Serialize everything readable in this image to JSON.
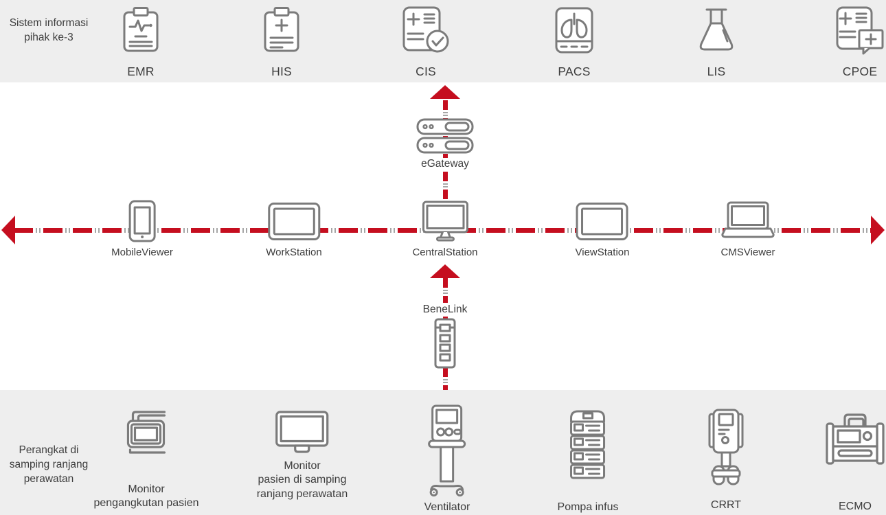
{
  "colors": {
    "accent_red": "#c50e1f",
    "band_background": "#eeeeee",
    "icon_stroke": "#7b7b7b",
    "text": "#3d3d3d"
  },
  "top_band": {
    "title_lines": [
      "Sistem informasi",
      "pihak ke-3"
    ],
    "systems": [
      "EMR",
      "HIS",
      "CIS",
      "PACS",
      "LIS",
      "CPOE"
    ]
  },
  "network": {
    "gateway_label": "eGateway",
    "benelink_label": "BeneLink",
    "stations": [
      "MobileViewer",
      "WorkStation",
      "CentralStation",
      "ViewStation",
      "CMSViewer"
    ]
  },
  "bottom_band": {
    "title_lines": [
      "Perangkat di",
      "samping ranjang",
      "perawatan"
    ],
    "devices": [
      {
        "lines": [
          "Monitor",
          "pengangkutan pasien"
        ]
      },
      {
        "lines": [
          "Monitor",
          "pasien di samping",
          "ranjang perawatan"
        ]
      },
      {
        "lines": [
          "Ventilator"
        ]
      },
      {
        "lines": [
          "Pompa infus"
        ]
      },
      {
        "lines": [
          "CRRT"
        ]
      },
      {
        "lines": [
          "ECMO"
        ]
      }
    ]
  }
}
